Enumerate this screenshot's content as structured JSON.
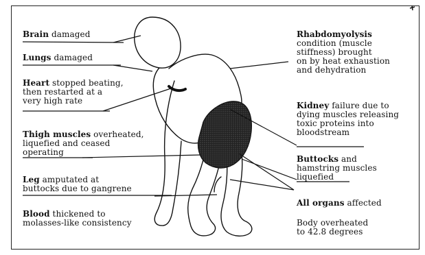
{
  "labels": {
    "brain": {
      "bold": "Brain",
      "rest": " damaged"
    },
    "lungs": {
      "bold": "Lungs",
      "rest": " damaged"
    },
    "heart": {
      "bold": "Heart",
      "rest": " stopped beating,\nthen restarted at a\nvery high rate"
    },
    "thigh": {
      "bold": "Thigh muscles",
      "rest": " overheated,\nliquefied and ceased\noperating"
    },
    "leg": {
      "bold": "Leg",
      "rest": " amputated at\nbuttocks due to gangrene"
    },
    "blood": {
      "bold": "Blood",
      "rest": " thickened to\nmolasses-like consistency"
    },
    "rhabdo": {
      "bold": "Rhabdomyolysis",
      "rest": "\ncondition (muscle\nstiffness) brought\non by heat exhaustion\nand dehydration"
    },
    "kidney": {
      "bold": "Kidney",
      "rest": " failure due to\ndying muscles releasing\ntoxic proteins into\nbloodstream"
    },
    "buttocks": {
      "bold": "Buttocks",
      "rest": " and\nhamstring muscles\nliquefied"
    },
    "organs": {
      "bold": "All organs",
      "rest": " affected"
    },
    "body": {
      "bold": "",
      "rest": "Body overheated\nto 42.8 degrees"
    }
  },
  "colors": {
    "ink": "#111111",
    "shading": "#1a1a1a",
    "paper": "#ffffff"
  }
}
